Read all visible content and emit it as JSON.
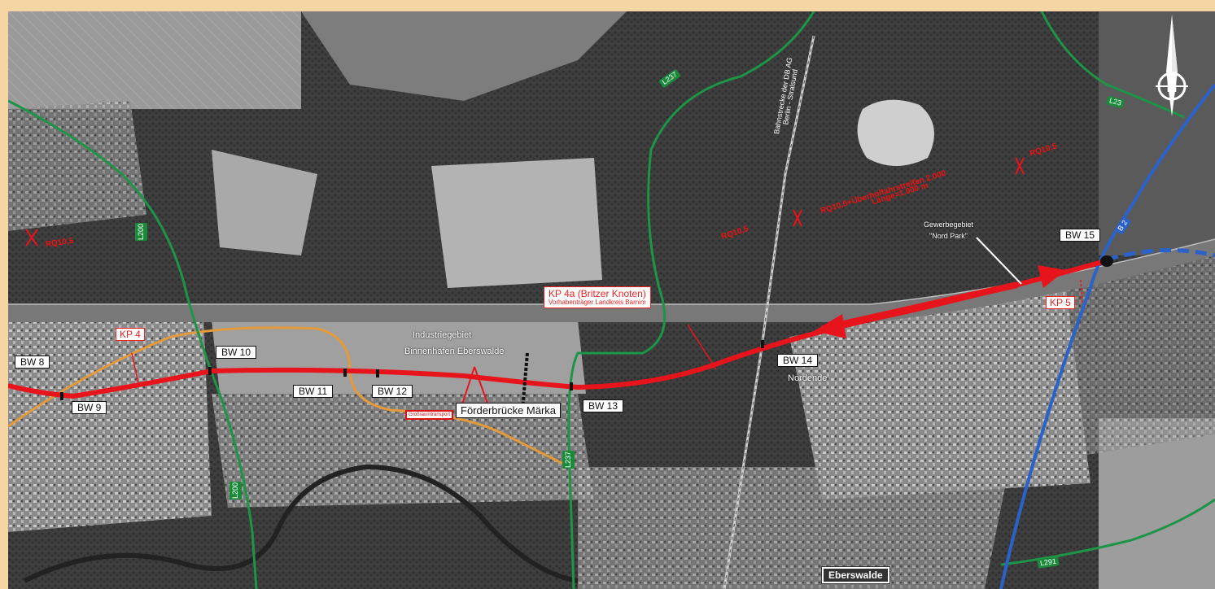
{
  "structures": {
    "bw8": "BW 8",
    "bw9": "BW 9",
    "bw10": "BW 10",
    "bw11": "BW 11",
    "bw12": "BW 12",
    "bw13": "BW 13",
    "bw14": "BW 14",
    "bw15": "BW 15"
  },
  "junctions": {
    "kp4": "KP 4",
    "kp5": "KP 5",
    "kp4a_title": "KP 4a (Britzer Knoten)",
    "kp4a_sub": "Vorhabenträger Landkreis Barnim"
  },
  "areas": {
    "industrie": "Industriegebiet",
    "binnenhafen": "Binnenhafen Eberswalde",
    "gewerbe1": "Gewerbegebiet",
    "gewerbe2": "\"Nord Park\"",
    "nordende": "Nordende",
    "foerder": "Förderbrücke Märka",
    "gross": "Großraumtransport",
    "town": "Eberswalde"
  },
  "rail": {
    "line1": "Bahnstrecke der DB AG",
    "line2": "Berlin - Stralsund"
  },
  "roads": {
    "l200a": "L200",
    "l200b": "L200",
    "l237a": "L237",
    "l237b": "L237",
    "l23": "L23",
    "b2": "B 2",
    "l291": "L291"
  },
  "cross_sections": {
    "rq_left": "RQ10,5",
    "rq_mid": "RQ10,5",
    "rq_main": "RQ10,5+Überholfahrstreifen 2.000",
    "rq_main2": "Länge=1.000 m",
    "rq_right": "RQ10,5"
  },
  "compass": "N",
  "colors": {
    "route": "#e8141b",
    "state_road": "#1d9446",
    "federal_road": "#2a62c9",
    "orange_road": "#e49a3a",
    "border": "#f5d5a3"
  }
}
